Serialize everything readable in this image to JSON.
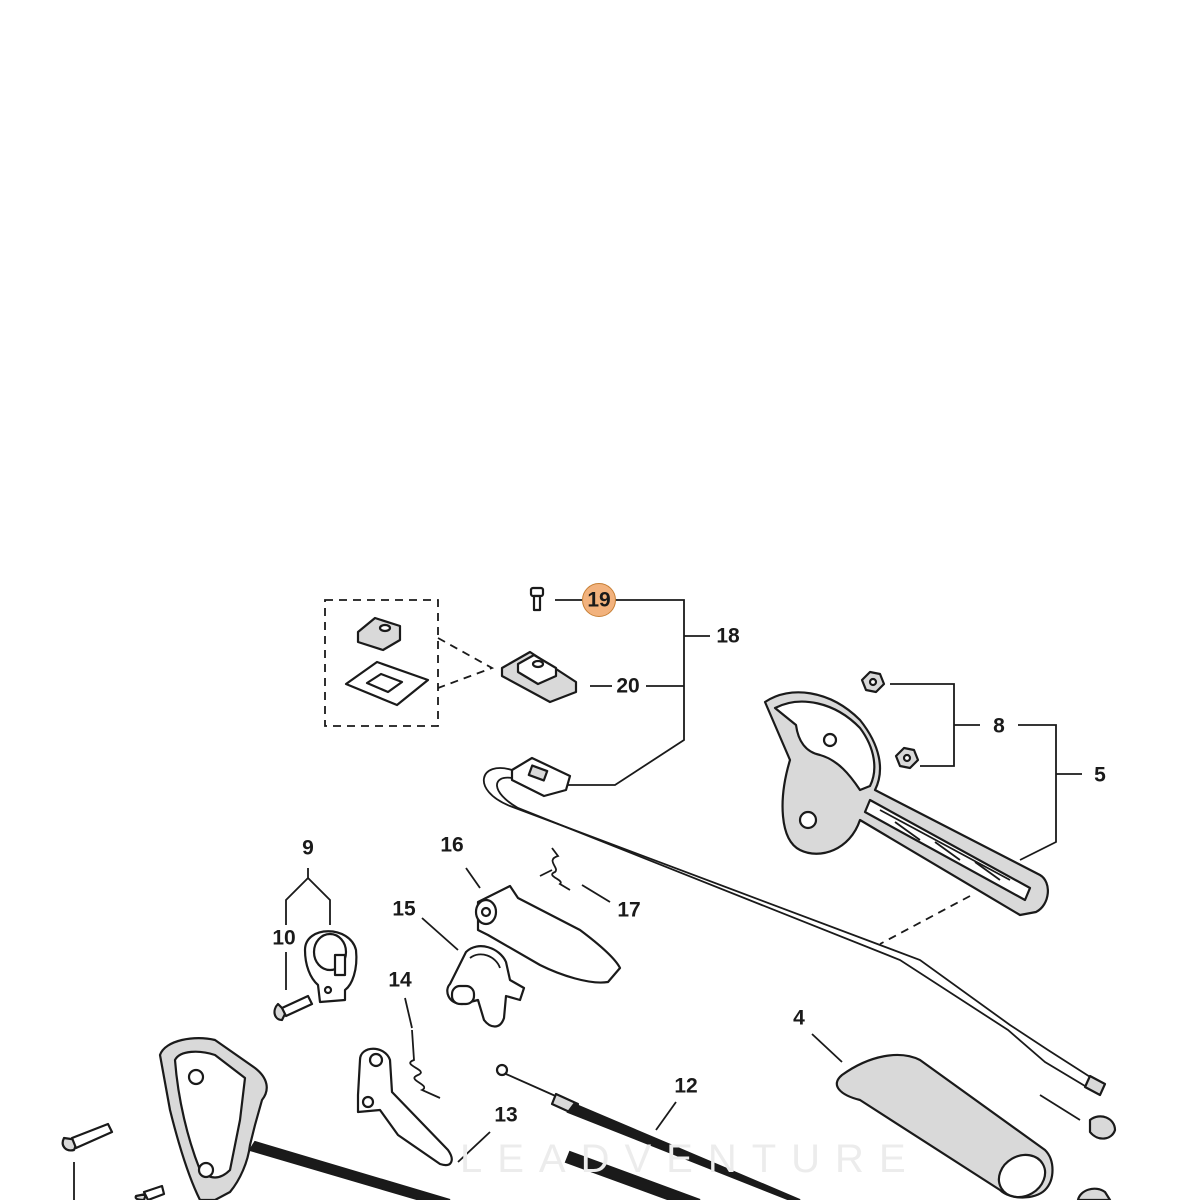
{
  "diagram": {
    "callouts": [
      {
        "id": "19",
        "label": "19",
        "highlighted": true
      },
      {
        "id": "18",
        "label": "18"
      },
      {
        "id": "20",
        "label": "20"
      },
      {
        "id": "8",
        "label": "8"
      },
      {
        "id": "5",
        "label": "5"
      },
      {
        "id": "9",
        "label": "9"
      },
      {
        "id": "16",
        "label": "16"
      },
      {
        "id": "17",
        "label": "17"
      },
      {
        "id": "15",
        "label": "15"
      },
      {
        "id": "10",
        "label": "10"
      },
      {
        "id": "14",
        "label": "14"
      },
      {
        "id": "4",
        "label": "4"
      },
      {
        "id": "12",
        "label": "12"
      },
      {
        "id": "13",
        "label": "13"
      }
    ],
    "highlight_color": "#f2b27d",
    "watermark": "LEADVENTURE"
  }
}
